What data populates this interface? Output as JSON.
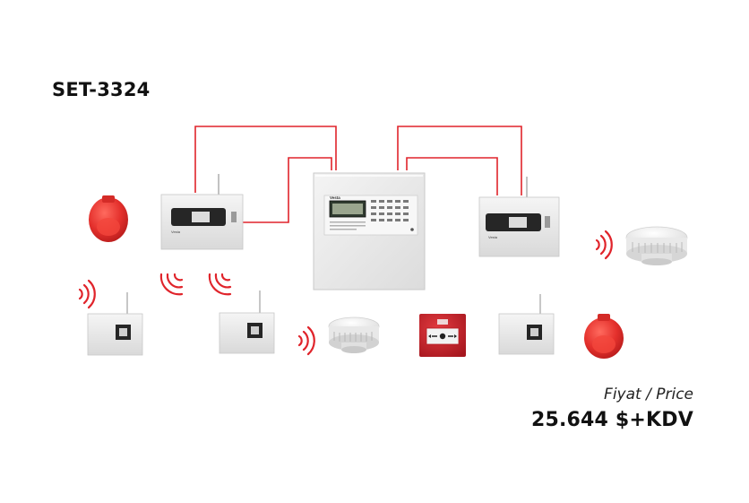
{
  "product": {
    "set_code": "SET-3324"
  },
  "price": {
    "label": "Fiyat / Price",
    "value": "25.644 $+KDV"
  },
  "control_panel": {
    "brand": "Vesta"
  },
  "repeaters": {
    "brand": "Vesta"
  },
  "colors": {
    "wire": "#e0242b",
    "panel": "#e9e9e9",
    "siren_red": "#e8322e",
    "call_point_red": "#c5202a",
    "signal_red": "#e0242b"
  },
  "icons": [
    "wireless-signal-icon",
    "siren-icon",
    "smoke-detector-icon",
    "manual-call-point-icon",
    "control-panel-icon",
    "repeater-panel-icon",
    "wireless-module-icon"
  ]
}
